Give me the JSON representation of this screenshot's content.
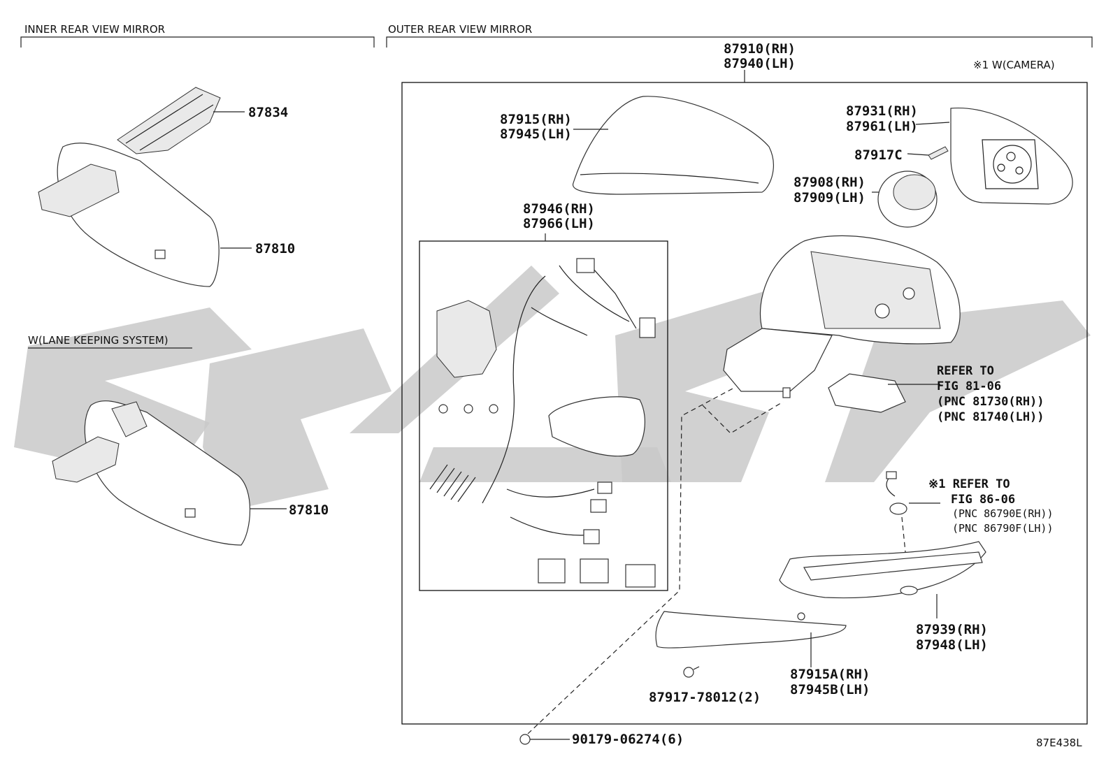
{
  "sections": {
    "inner_title": "INNER REAR VIEW MIRROR",
    "outer_title": "OUTER REAR VIEW MIRROR",
    "lane_title": "W(LANE KEEPING SYSTEM)",
    "camera_note": "※1 W(CAMERA)"
  },
  "labels": {
    "p87834": "87834",
    "p87810a": "87810",
    "p87810b": "87810",
    "assy_rh": "87910(RH)",
    "assy_lh": "87940(LH)",
    "cover_rh": "87915(RH)",
    "cover_lh": "87945(LH)",
    "glass_rh": "87931(RH)",
    "glass_lh": "87961(LH)",
    "screw": "87917C",
    "motor_rh": "87908(RH)",
    "motor_lh": "87909(LH)",
    "harness_rh": "87946(RH)",
    "harness_lh": "87966(LH)",
    "ref1_a": "REFER TO",
    "ref1_b": "FIG 81-06",
    "ref1_c": "(PNC 81730(RH))",
    "ref1_d": "(PNC 81740(LH))",
    "ref2_a": "※1 REFER TO",
    "ref2_b": "FIG 86-06",
    "ref2_c": "(PNC 86790E(RH))",
    "ref2_d": "(PNC 86790F(LH))",
    "base_rh": "87939(RH)",
    "base_lh": "87948(LH)",
    "lower_rh": "87915A(RH)",
    "lower_lh": "87945B(LH)",
    "screw2": "87917-78012(2)",
    "clip": "90179-06274(6)",
    "diagram_code": "87E438L"
  }
}
